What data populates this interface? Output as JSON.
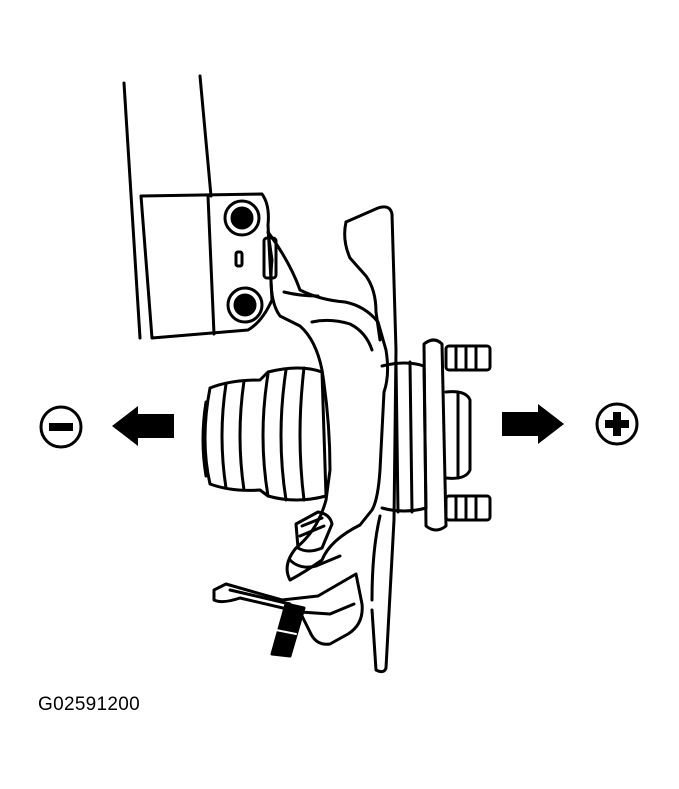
{
  "figure": {
    "id_label": "G02591200"
  },
  "indicators": {
    "left": {
      "symbol": "minus",
      "icon": "minus-circle-icon",
      "arrow": "arrow-left-icon"
    },
    "right": {
      "symbol": "plus",
      "icon": "plus-circle-icon",
      "arrow": "arrow-right-icon"
    }
  },
  "colors": {
    "ink": "#000000",
    "paper": "#ffffff"
  }
}
